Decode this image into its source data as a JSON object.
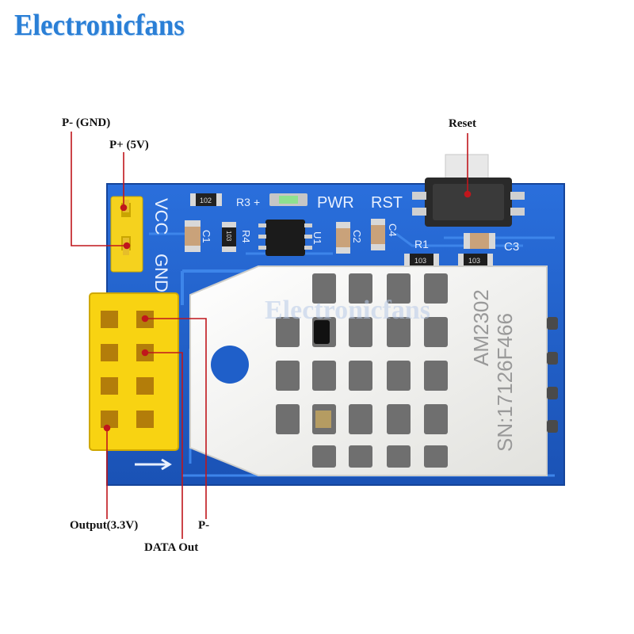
{
  "brand": {
    "name": "Electronicfans",
    "watermark": "Electronicfans"
  },
  "callouts": {
    "gnd_pin": "P- (GND)",
    "vcc_pin": "P+ (5V)",
    "reset": "Reset",
    "output": "Output(3.3V)",
    "data_out": "DATA Out",
    "p_minus": "P-"
  },
  "silkscreen": {
    "vcc": "VCC",
    "gnd": "GND",
    "pwr": "PWR",
    "rst": "RST",
    "r3": "R3",
    "plus": "+",
    "r4": "R4",
    "c1": "C1",
    "u1": "U1",
    "c2": "C2",
    "c4": "C4",
    "r1": "R1",
    "c3": "C3",
    "res_102": "102",
    "res_103": "103"
  },
  "sensor": {
    "model": "AM2302",
    "serial": "SN:17126F466"
  },
  "colors": {
    "pcb": "#1f5fc9",
    "header": "#f5d21e",
    "sensor_body": "#f4f4f2",
    "callout_line": "#c0161c",
    "brand": "#2a7fd6"
  }
}
